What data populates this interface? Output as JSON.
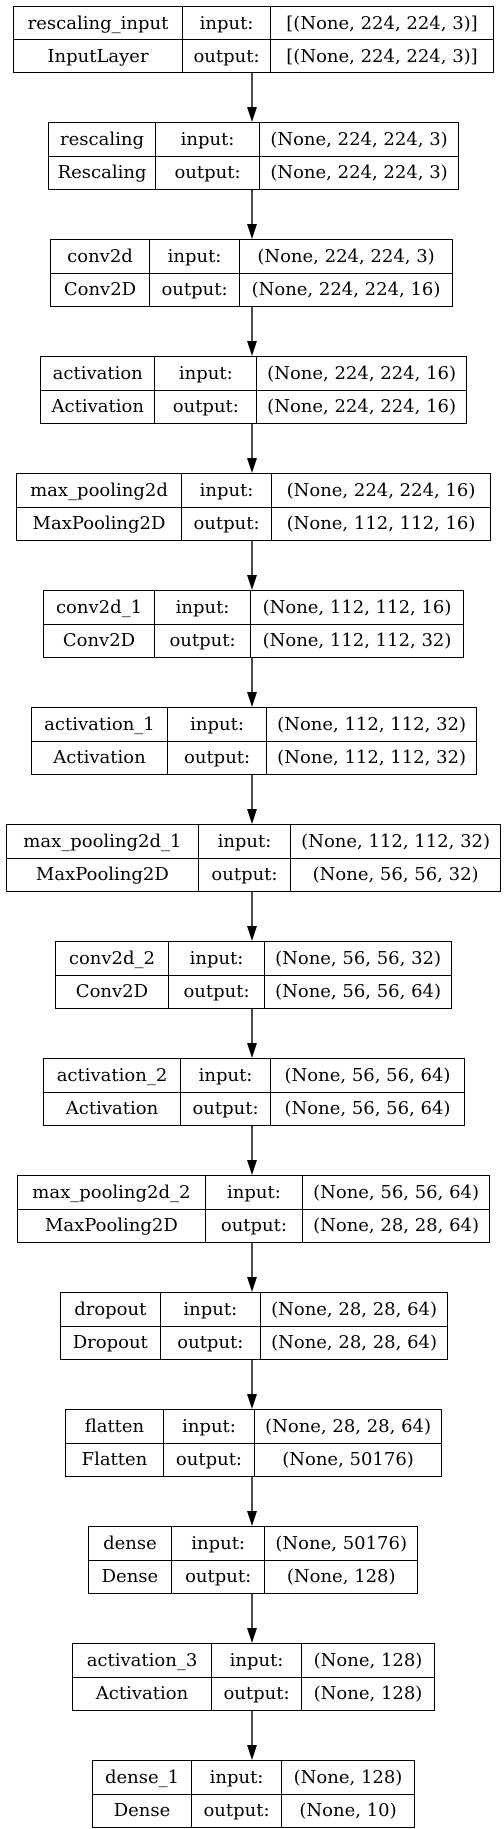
{
  "row_labels": {
    "input": "input:",
    "output": "output:"
  },
  "layers": [
    {
      "name": "rescaling_input",
      "type": "InputLayer",
      "input": "[(None, 224, 224, 3)]",
      "output": "[(None, 224, 224, 3)]"
    },
    {
      "name": "rescaling",
      "type": "Rescaling",
      "input": "(None, 224, 224, 3)",
      "output": "(None, 224, 224, 3)"
    },
    {
      "name": "conv2d",
      "type": "Conv2D",
      "input": "(None, 224, 224, 3)",
      "output": "(None, 224, 224, 16)"
    },
    {
      "name": "activation",
      "type": "Activation",
      "input": "(None, 224, 224, 16)",
      "output": "(None, 224, 224, 16)"
    },
    {
      "name": "max_pooling2d",
      "type": "MaxPooling2D",
      "input": "(None, 224, 224, 16)",
      "output": "(None, 112, 112, 16)"
    },
    {
      "name": "conv2d_1",
      "type": "Conv2D",
      "input": "(None, 112, 112, 16)",
      "output": "(None, 112, 112, 32)"
    },
    {
      "name": "activation_1",
      "type": "Activation",
      "input": "(None, 112, 112, 32)",
      "output": "(None, 112, 112, 32)"
    },
    {
      "name": "max_pooling2d_1",
      "type": "MaxPooling2D",
      "input": "(None, 112, 112, 32)",
      "output": "(None, 56, 56, 32)"
    },
    {
      "name": "conv2d_2",
      "type": "Conv2D",
      "input": "(None, 56, 56, 32)",
      "output": "(None, 56, 56, 64)"
    },
    {
      "name": "activation_2",
      "type": "Activation",
      "input": "(None, 56, 56, 64)",
      "output": "(None, 56, 56, 64)"
    },
    {
      "name": "max_pooling2d_2",
      "type": "MaxPooling2D",
      "input": "(None, 56, 56, 64)",
      "output": "(None, 28, 28, 64)"
    },
    {
      "name": "dropout",
      "type": "Dropout",
      "input": "(None, 28, 28, 64)",
      "output": "(None, 28, 28, 64)"
    },
    {
      "name": "flatten",
      "type": "Flatten",
      "input": "(None, 28, 28, 64)",
      "output": "(None, 50176)"
    },
    {
      "name": "dense",
      "type": "Dense",
      "input": "(None, 50176)",
      "output": "(None, 128)"
    },
    {
      "name": "activation_3",
      "type": "Activation",
      "input": "(None, 128)",
      "output": "(None, 128)"
    },
    {
      "name": "dense_1",
      "type": "Dense",
      "input": "(None, 128)",
      "output": "(None, 10)"
    }
  ]
}
